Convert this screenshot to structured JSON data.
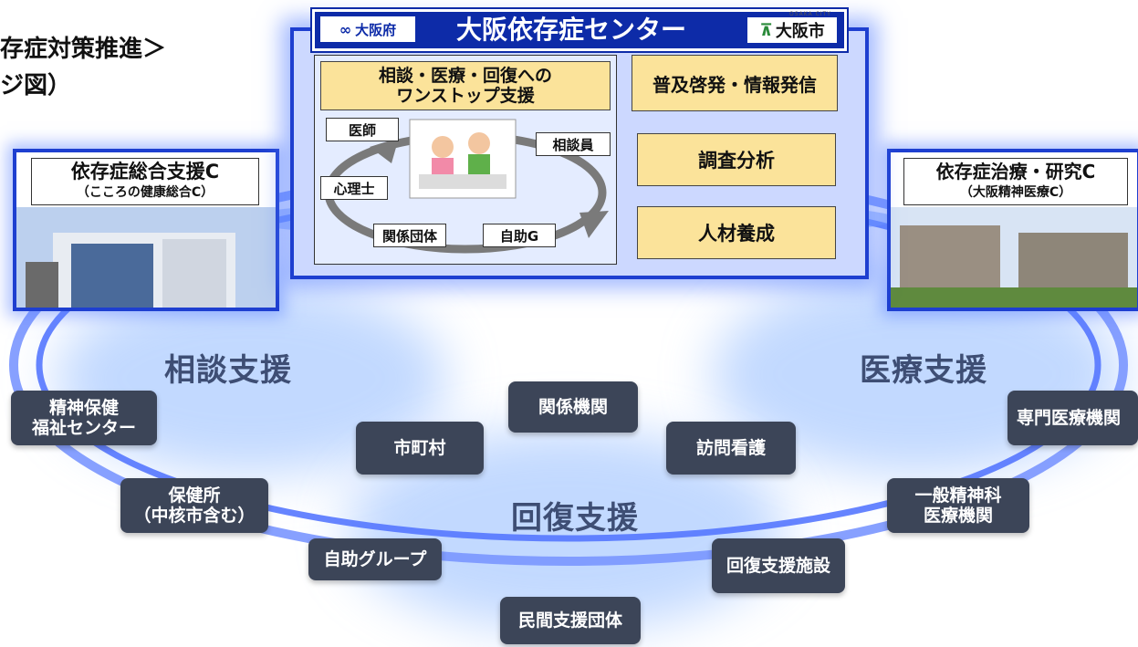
{
  "page_title": {
    "line1": "存症対策推進＞",
    "line2": "ジ図）"
  },
  "header": {
    "pref_label": "大阪府",
    "title": "大阪依存症センター",
    "city_label": "大阪市",
    "city_small": "OSAKA CITY"
  },
  "center": {
    "one_stop": {
      "line1": "相談・医療・回復への",
      "line2": "ワンストップ支援"
    },
    "roles": [
      "医師",
      "相談員",
      "心理士",
      "関係団体",
      "自助G"
    ],
    "functions": [
      "普及啓発・情報発信",
      "調査分析",
      "人材養成"
    ]
  },
  "left_center": {
    "name": "依存症総合支援C",
    "sub": "（こころの健康総合C）"
  },
  "right_center": {
    "name": "依存症治療・研究C",
    "sub": "（大阪精神医療C）"
  },
  "zones": {
    "consult": "相談支援",
    "medical": "医療支援",
    "recovery": "回復支援"
  },
  "orgs": {
    "mhwc": "精神保健\n福祉センター",
    "hoken": "保健所\n（中核市含む）",
    "jijo": "自助グループ",
    "shichoson": "市町村",
    "kankei": "関係機関",
    "houmon": "訪問看護",
    "minkan": "民間支援団体",
    "kaifuku": "回復支援施設",
    "ippan": "一般精神科\n医療機関",
    "senmon": "専門医療機関"
  },
  "colors": {
    "accent_blue": "#1e3fd0",
    "header_blue": "#0d2ba8",
    "tile": "#3c4558",
    "yellow": "#fbe39a"
  }
}
